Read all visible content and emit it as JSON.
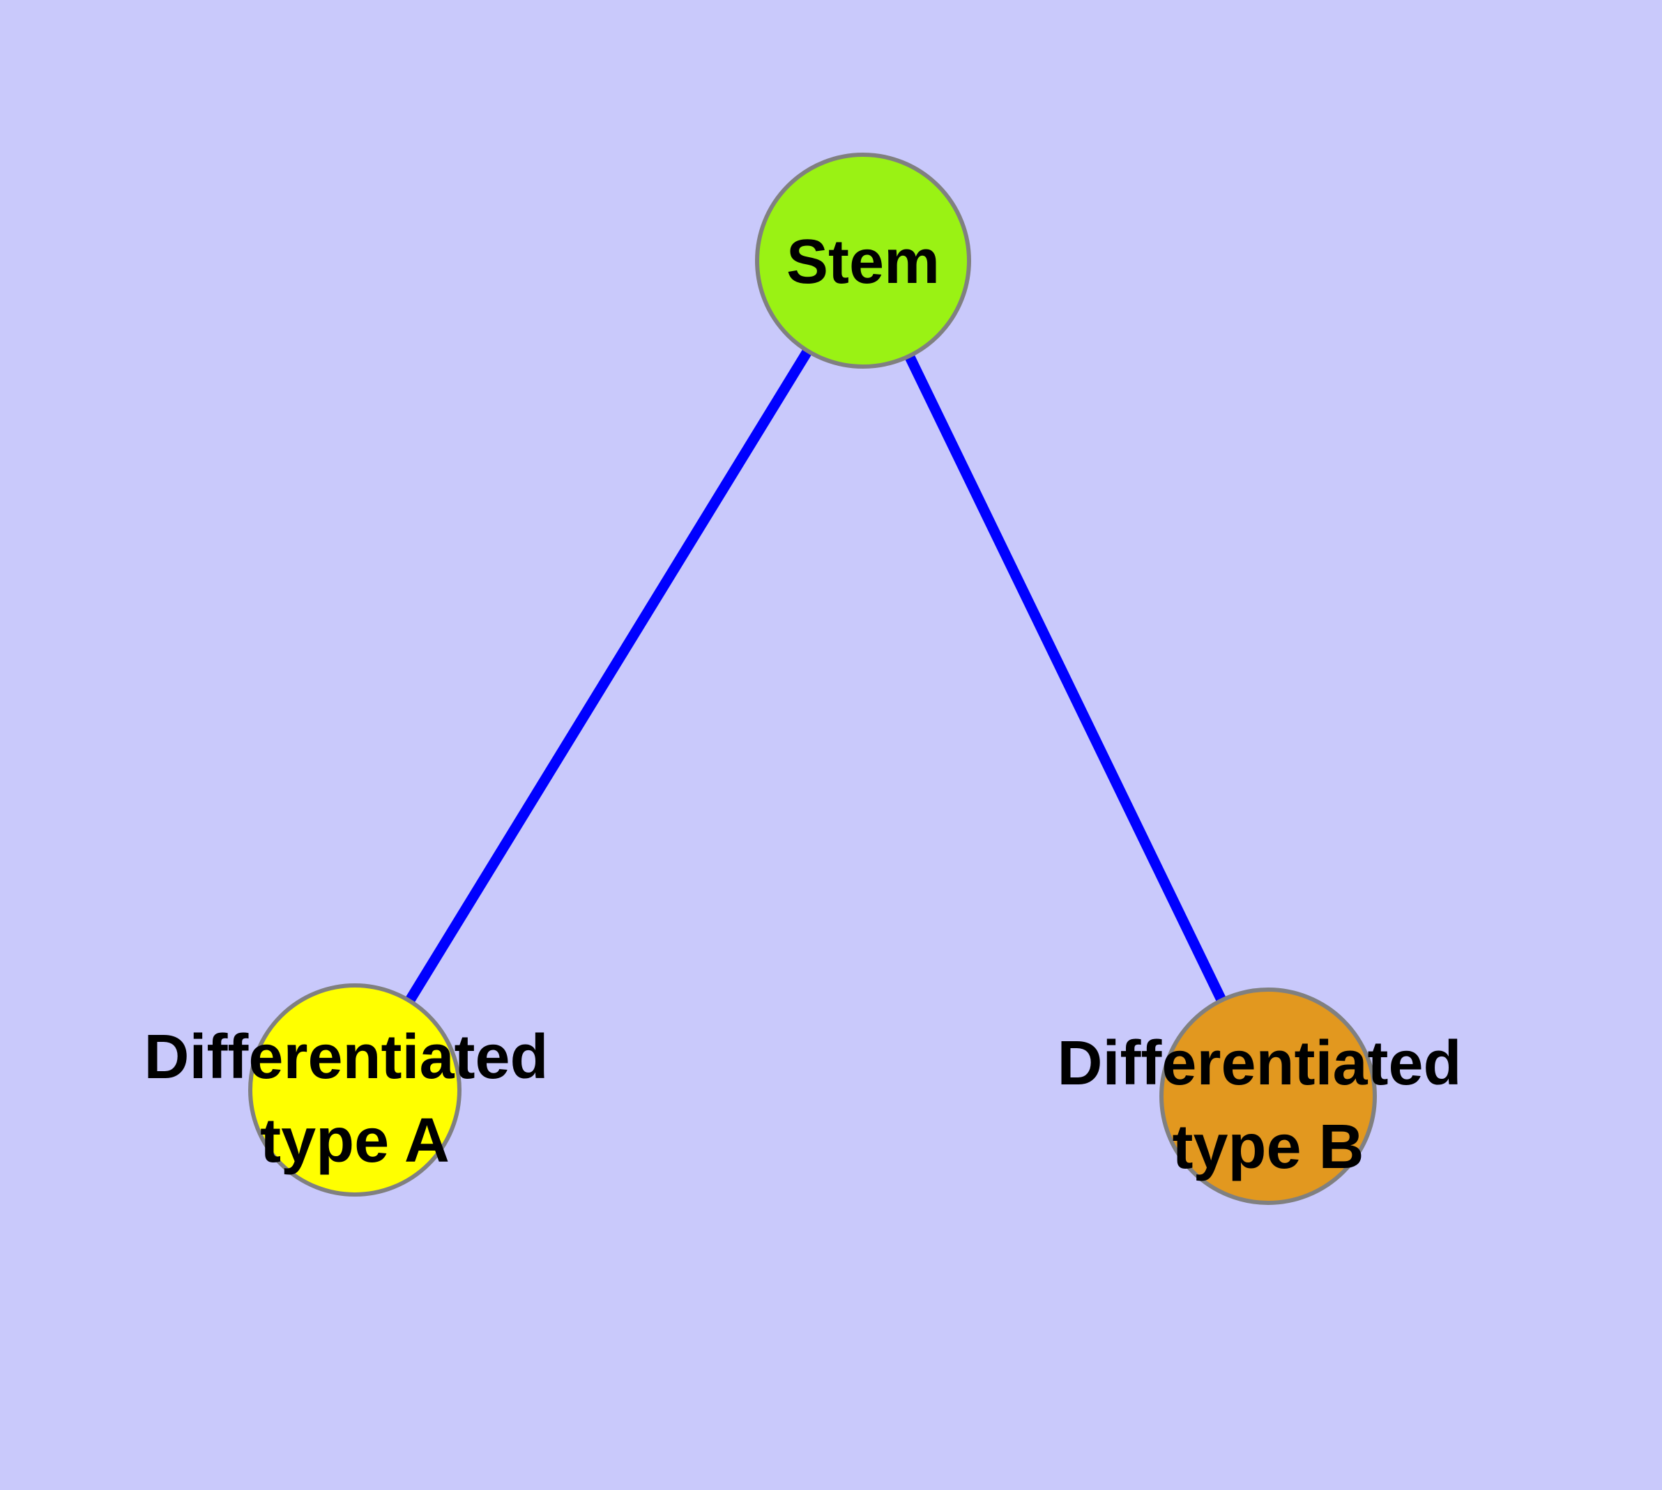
{
  "diagram": {
    "type": "graph",
    "background_color": "#C9C9FB",
    "edge_color": "#0000FF",
    "node_border_color": "#808080",
    "label_color": "#000000",
    "nodes": {
      "stem": {
        "label": "Stem",
        "fill": "#9AF214"
      },
      "type_a": {
        "label": "Differentiated type A",
        "label_line1": "Differentiated",
        "label_line2": "type A",
        "fill": "#FFFF00"
      },
      "type_b": {
        "label": "Differentiated type B",
        "label_line1": "Differentiated",
        "label_line2": "type B",
        "fill": "#E2981F"
      }
    },
    "edges": [
      {
        "from": "Stem",
        "to": "Differentiated type A"
      },
      {
        "from": "Stem",
        "to": "Differentiated type B"
      }
    ]
  }
}
